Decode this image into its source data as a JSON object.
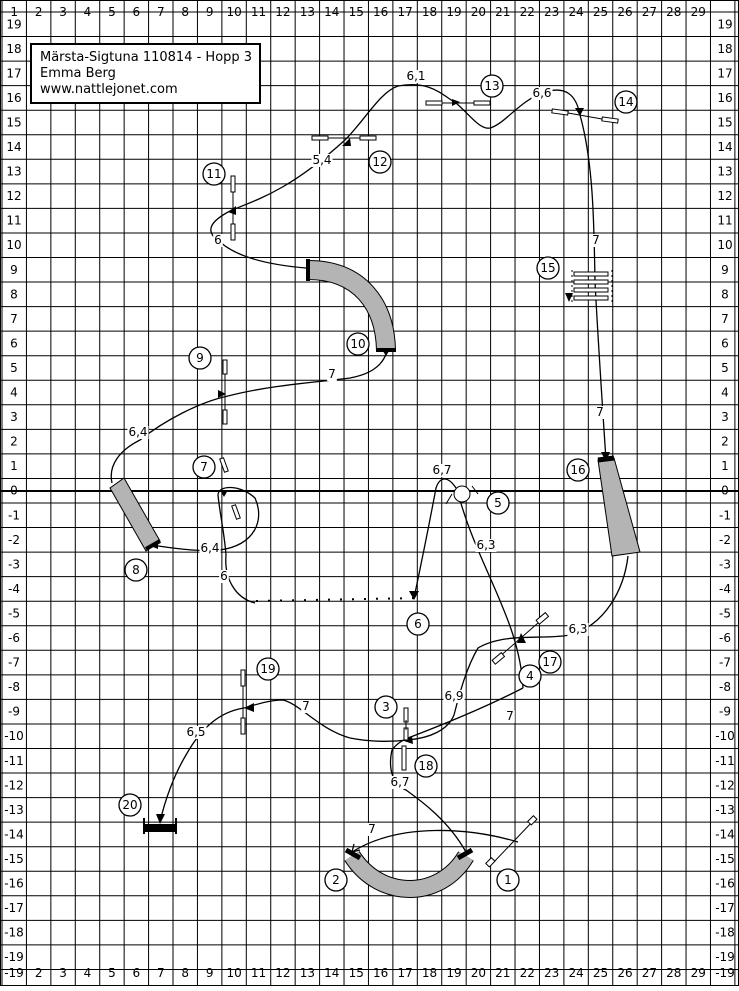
{
  "info": {
    "title": "Märsta-Sigtuna 110814 - Hopp 3",
    "author": "Emma Berg",
    "website": "www.nattlejonet.com"
  },
  "grid": {
    "x_labels": [
      "1",
      "2",
      "3",
      "4",
      "5",
      "6",
      "7",
      "8",
      "9",
      "10",
      "11",
      "12",
      "13",
      "14",
      "15",
      "16",
      "17",
      "18",
      "19",
      "20",
      "21",
      "22",
      "23",
      "24",
      "25",
      "26",
      "27",
      "28",
      "29"
    ],
    "y_labels": [
      "19",
      "18",
      "17",
      "16",
      "15",
      "14",
      "13",
      "12",
      "11",
      "10",
      "9",
      "8",
      "7",
      "6",
      "5",
      "4",
      "3",
      "2",
      "1",
      "0",
      "-1",
      "-2",
      "-3",
      "-4",
      "-5",
      "-6",
      "-7",
      "-8",
      "-9",
      "-10",
      "-11",
      "-12",
      "-13",
      "-14",
      "-15",
      "-16",
      "-17",
      "-18",
      "-19"
    ]
  },
  "obstacles": [
    "1",
    "2",
    "3",
    "4",
    "5",
    "6",
    "7",
    "8",
    "9",
    "10",
    "11",
    "12",
    "13",
    "14",
    "15",
    "16",
    "17",
    "18",
    "19",
    "20"
  ],
  "distances": [
    "6,1",
    "6,6",
    "5,4",
    "7",
    "6",
    "7",
    "6,4",
    "7",
    "6,7",
    "6,3",
    "6,4",
    "6",
    "6,3",
    "6,9",
    "7",
    "6,7",
    "7",
    "7",
    "6,5"
  ],
  "colors": {
    "grid": "#000000",
    "tunnel_fill": "#b4b4b4",
    "background": "#ffffff"
  }
}
